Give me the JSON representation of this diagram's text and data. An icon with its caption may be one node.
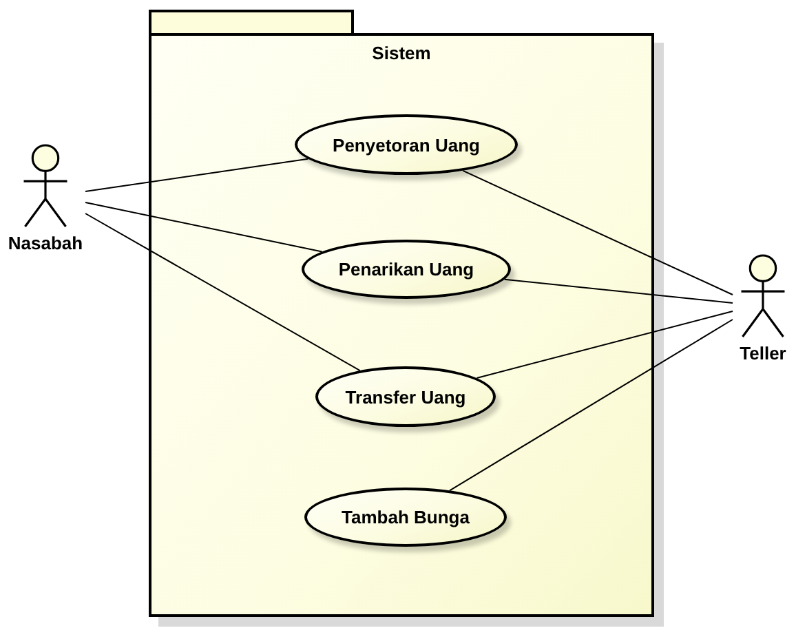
{
  "diagram": {
    "nodes": [
      {
        "text": [
          "Sistem"
        ]
      },
      {
        "text": [
          "Penyetoran Uang"
        ],
        "in": 0
      },
      {
        "text": [
          "Penarikan Uang"
        ],
        "in": 0
      },
      {
        "text": [
          "Transfer Uang"
        ],
        "in": 0
      },
      {
        "text": [
          "Tambah Bunga"
        ],
        "in": 0
      },
      {
        "text": [
          "Nasabah"
        ]
      },
      {
        "text": [
          "Teller"
        ]
      }
    ],
    "edges": [
      {
        "from": 5,
        "to": 1,
        "arrow": "none"
      },
      {
        "from": 5,
        "to": 2,
        "arrow": "none"
      },
      {
        "from": 5,
        "to": 3,
        "arrow": "none"
      },
      {
        "from": 6,
        "to": 1,
        "arrow": "none"
      },
      {
        "from": 6,
        "to": 2,
        "arrow": "none"
      },
      {
        "from": 6,
        "to": 3,
        "arrow": "none"
      },
      {
        "from": 6,
        "to": 4,
        "arrow": "none"
      }
    ]
  }
}
